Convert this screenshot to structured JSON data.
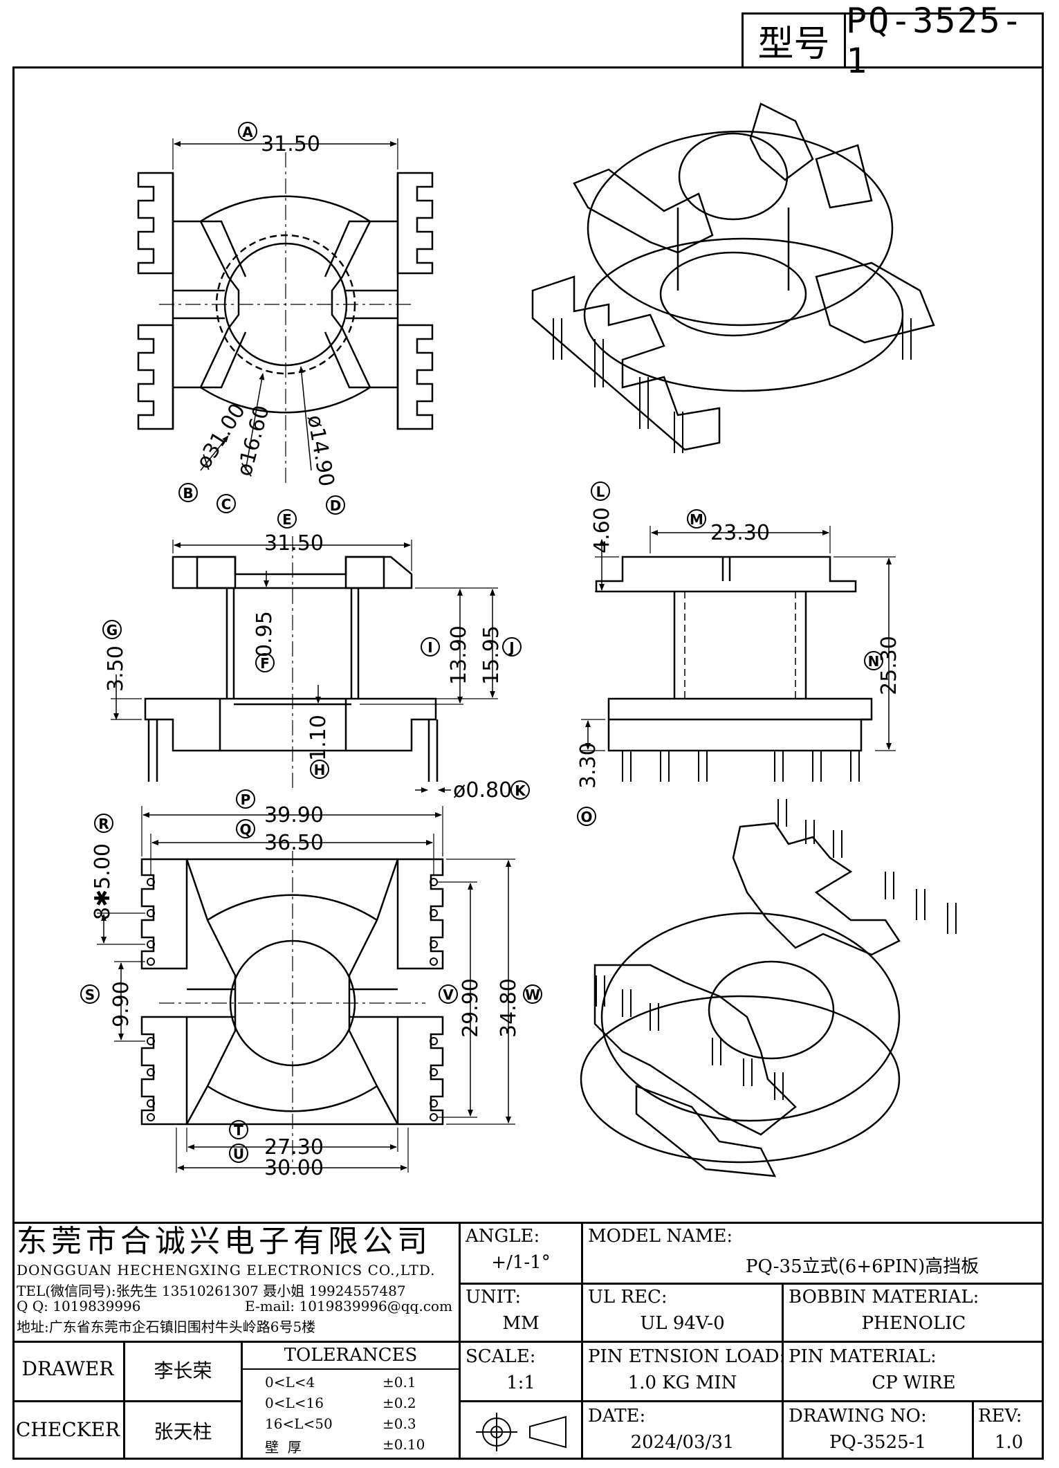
{
  "header": {
    "model_label": "型号",
    "model_value": "PQ-3525-1"
  },
  "dimensions": {
    "top_view": {
      "A": "31.50",
      "B": "ø31.00",
      "C": "ø16.60",
      "D": "ø14.90",
      "label_A": "A",
      "label_B": "B",
      "label_C": "C",
      "label_D": "D"
    },
    "front_view": {
      "E": "31.50",
      "F": "0.95",
      "G": "3.50",
      "H": "1.10",
      "I": "13.90",
      "J": "15.95",
      "K": "ø0.80",
      "label_E": "E",
      "label_F": "F",
      "label_G": "G",
      "label_H": "H",
      "label_I": "I",
      "label_J": "J",
      "label_K": "K"
    },
    "side_view": {
      "L": "4.60",
      "M": "23.30",
      "N": "25.30",
      "O": "3.30",
      "label_L": "L",
      "label_M": "M",
      "label_N": "N",
      "label_O": "O"
    },
    "bottom_view": {
      "P": "39.90",
      "Q": "36.50",
      "R": "8✱5.00",
      "S": "9.90",
      "T": "27.30",
      "U": "30.00",
      "V": "29.90",
      "W": "34.80",
      "label_P": "P",
      "label_Q": "Q",
      "label_R": "R",
      "label_S": "S",
      "label_T": "T",
      "label_U": "U",
      "label_V": "V",
      "label_W": "W"
    }
  },
  "title_block": {
    "company_cn": "东莞市合诚兴电子有限公司",
    "company_en": "DONGGUAN HECHENGXING ELECTRONICS CO.,LTD.",
    "tel": "TEL(微信同号):张先生 13510261307 聂小姐 19924557487",
    "qq": "Q Q: 1019839996",
    "email": "E-mail: 1019839996@qq.com",
    "address": "地址:广东省东莞市企石镇旧围村牛头岭路6号5楼",
    "angle_label": "ANGLE:",
    "angle_value": "+/1-1°",
    "unit_label": "UNIT:",
    "unit_value": "MM",
    "scale_label": "SCALE:",
    "scale_value": "1:1",
    "model_name_label": "MODEL NAME:",
    "model_name_value": "PQ-35立式(6+6PIN)高挡板",
    "ul_label": "UL REC:",
    "ul_value": "UL 94V-0",
    "bobbin_label": "BOBBIN MATERIAL:",
    "bobbin_value": "PHENOLIC",
    "pin_tension_label": "PIN ETNSION LOAD:",
    "pin_tension_value": "1.0 KG MIN",
    "pin_material_label": "PIN MATERIAL:",
    "pin_material_value": "CP WIRE",
    "date_label": "DATE:",
    "date_value": "2024/03/31",
    "drawing_no_label": "DRAWING NO:",
    "drawing_no_value": "PQ-3525-1",
    "rev_label": "REV:",
    "rev_value": "1.0",
    "drawer_label": "DRAWER",
    "drawer_value": "李长荣",
    "checker_label": "CHECKER",
    "checker_value": "张天柱",
    "tolerances_label": "TOLERANCES",
    "tolerances": [
      {
        "range": "0<L<4",
        "value": "±0.1"
      },
      {
        "range": "0<L<16",
        "value": "±0.2"
      },
      {
        "range": "16<L<50",
        "value": "±0.3"
      },
      {
        "range": "壁  厚",
        "value": "±0.10"
      }
    ]
  }
}
